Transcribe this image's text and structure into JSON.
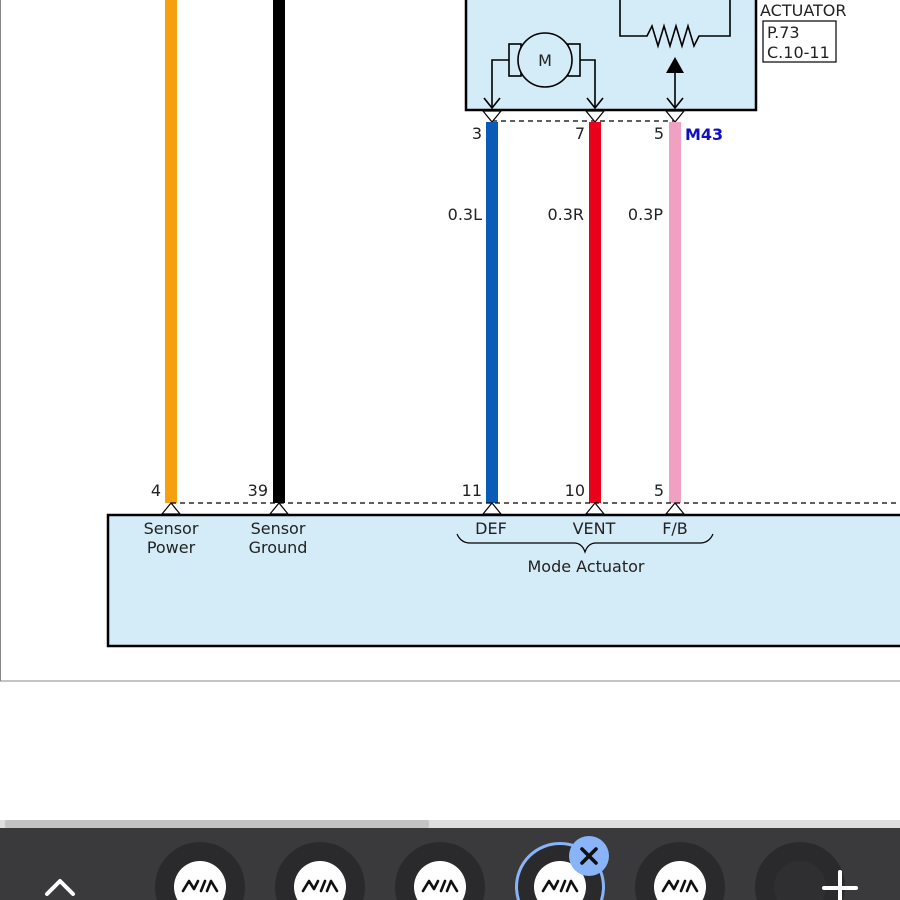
{
  "diagram": {
    "actuator_title": "ACTUATOR",
    "reference": {
      "page": "P.73",
      "circuit": "C.10-11"
    },
    "motor_symbol": "M",
    "connector_top": "M43",
    "top_pins": {
      "def": "3",
      "vent": "7",
      "fb": "5"
    },
    "wire_specs": {
      "def": "0.3L",
      "vent": "0.3R",
      "fb": "0.3P"
    },
    "bottom_pins": {
      "sensor_power": "4",
      "sensor_ground": "39",
      "def": "11",
      "vent": "10",
      "fb": "5"
    },
    "terminals": {
      "sensor_power": [
        "Sensor",
        "Power"
      ],
      "sensor_ground": [
        "Sensor",
        "Ground"
      ],
      "def": "DEF",
      "vent": "VENT",
      "fb": "F/B"
    },
    "group_label": "Mode Actuator"
  },
  "colors": {
    "sensor_power": "#f5a010",
    "sensor_ground": "#000000",
    "def": "#0a5bb5",
    "vent": "#e8001c",
    "fb": "#f0a0c0",
    "module_fill": "#d4ebf8",
    "connector_label": "#1010c0"
  },
  "taskbar": {
    "tabs": [
      {
        "icon": "kia-logo-icon",
        "active": false
      },
      {
        "icon": "kia-logo-icon",
        "active": false
      },
      {
        "icon": "kia-logo-icon",
        "active": false
      },
      {
        "icon": "kia-logo-icon",
        "active": true
      },
      {
        "icon": "kia-logo-icon",
        "active": false
      }
    ]
  }
}
